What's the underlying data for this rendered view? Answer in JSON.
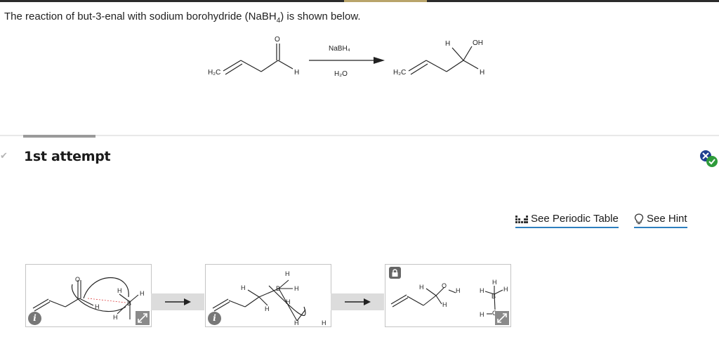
{
  "prompt": {
    "text_before": "The reaction of but-3-enal with sodium borohydride (NaBH",
    "sub": "4",
    "text_after": ") is shown below."
  },
  "scheme": {
    "reactant": {
      "ch2": "H₂C",
      "o": "O",
      "h": "H"
    },
    "reagent_top": "NaBH₄",
    "reagent_bottom": "H₂O",
    "product": {
      "ch2": "H₂C",
      "h_top": "H",
      "oh": "OH",
      "h_bottom": "H"
    }
  },
  "attempt": {
    "title": "1st attempt"
  },
  "links": {
    "periodic_table": "See Periodic Table",
    "hint": "See Hint"
  },
  "colors": {
    "accent_link": "#2e7fbf",
    "status_green": "#2e9b3a",
    "status_blue": "#1f3f8f"
  },
  "panels": {
    "p1": {
      "labels": [
        "H",
        "H",
        "H",
        "H",
        "B",
        "O"
      ]
    },
    "p2": {
      "labels": [
        "H",
        "H",
        "H",
        "H",
        "B",
        "H",
        "H",
        "H"
      ]
    },
    "p3": {
      "labels": [
        "H",
        "O",
        "H",
        "H",
        "H",
        "H",
        "B",
        "H",
        "H",
        "O"
      ]
    }
  },
  "icons": [
    "check-icon",
    "status-icon",
    "periodic-table-icon",
    "lightbulb-icon",
    "info-icon",
    "expand-icon",
    "lock-icon",
    "arrow-right-icon"
  ]
}
